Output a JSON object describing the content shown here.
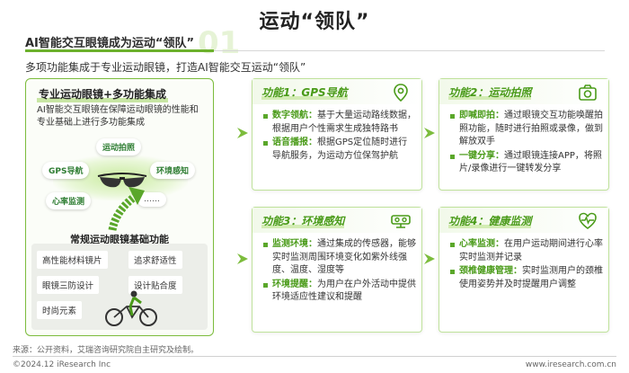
{
  "page": {
    "title": "运动“领队”",
    "subtitle": "AI智能交互眼镜成为运动“领队”",
    "section_number": "01",
    "intro": "多项功能集成于专业运动眼镜，打造AI智能交互运动“领队”"
  },
  "left_panel": {
    "title": "专业运动眼镜+多功能集成",
    "description": "AI智能交互眼镜在保障运动眼镜的性能和专业基础上进行多功能集成",
    "chips": [
      "运动拍照",
      "GPS导航",
      "环境感知",
      "心率监测",
      "……"
    ],
    "basic_title": "常规运动眼镜基础功能",
    "basic_items": [
      "高性能材料镜片",
      "追求舒适性",
      "眼镜三防设计",
      "设计贴合度",
      "时尚元素"
    ]
  },
  "cards": [
    {
      "title": "功能1：GPS导航",
      "icon": "location-pin-icon",
      "bullets": [
        {
          "keyword": "数字领航：",
          "text": "基于大量运动路线数据，根据用户个性需求生成独特路书"
        },
        {
          "keyword": "语音播报：",
          "text": "根据GPS定位随时进行导航服务，为运动方位保驾护航"
        }
      ]
    },
    {
      "title": "功能2：运动拍照",
      "icon": "camera-icon",
      "bullets": [
        {
          "keyword": "即喊即拍：",
          "text": "通过眼镜交互功能唤醒拍照功能，随时进行拍照或录像，做到解放双手"
        },
        {
          "keyword": "一键分享：",
          "text": "通过眼镜连接APP，将照片/录像进行一键转发分享"
        }
      ]
    },
    {
      "title": "功能3：环境感知",
      "icon": "sensor-icon",
      "bullets": [
        {
          "keyword": "监测环境：",
          "text": "通过集成的传感器，能够实时监测周围环境变化如紫外线强度、温度、湿度等"
        },
        {
          "keyword": "环境提醒：",
          "text": "为用户在户外活动中提供环境适应性建议和提醒"
        }
      ]
    },
    {
      "title": "功能4：健康监测",
      "icon": "heartbeat-icon",
      "bullets": [
        {
          "keyword": "心率监测：",
          "text": "在用户运动期间进行心率实时监测并记录"
        },
        {
          "keyword": "颈椎健康管理：",
          "text": "实时监测用户的颈椎使用姿势并及时提醒用户调整"
        }
      ]
    }
  ],
  "footer": {
    "source": "来源：公开资料，艾瑞咨询研究院自主研究及绘制。",
    "copyright": "©2024.12 iResearch Inc",
    "site": "www.iresearch.com.cn"
  },
  "colors": {
    "accent": "#4a9b19",
    "border": "#7cbc3c"
  }
}
